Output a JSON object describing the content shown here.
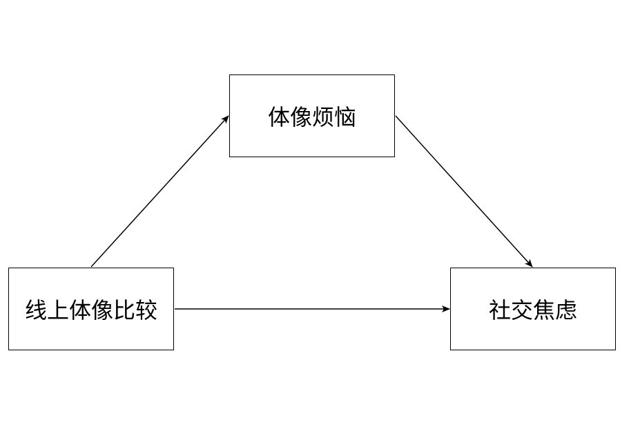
{
  "nodes": {
    "predictor": {
      "label": "线上体像比较"
    },
    "mediator": {
      "label": "体像烦恼"
    },
    "outcome": {
      "label": "社交焦虑"
    }
  },
  "edges": [
    {
      "from": "predictor",
      "to": "mediator"
    },
    {
      "from": "mediator",
      "to": "outcome"
    },
    {
      "from": "predictor",
      "to": "outcome"
    }
  ],
  "colors": {
    "stroke": "#000000",
    "background": "#ffffff"
  }
}
